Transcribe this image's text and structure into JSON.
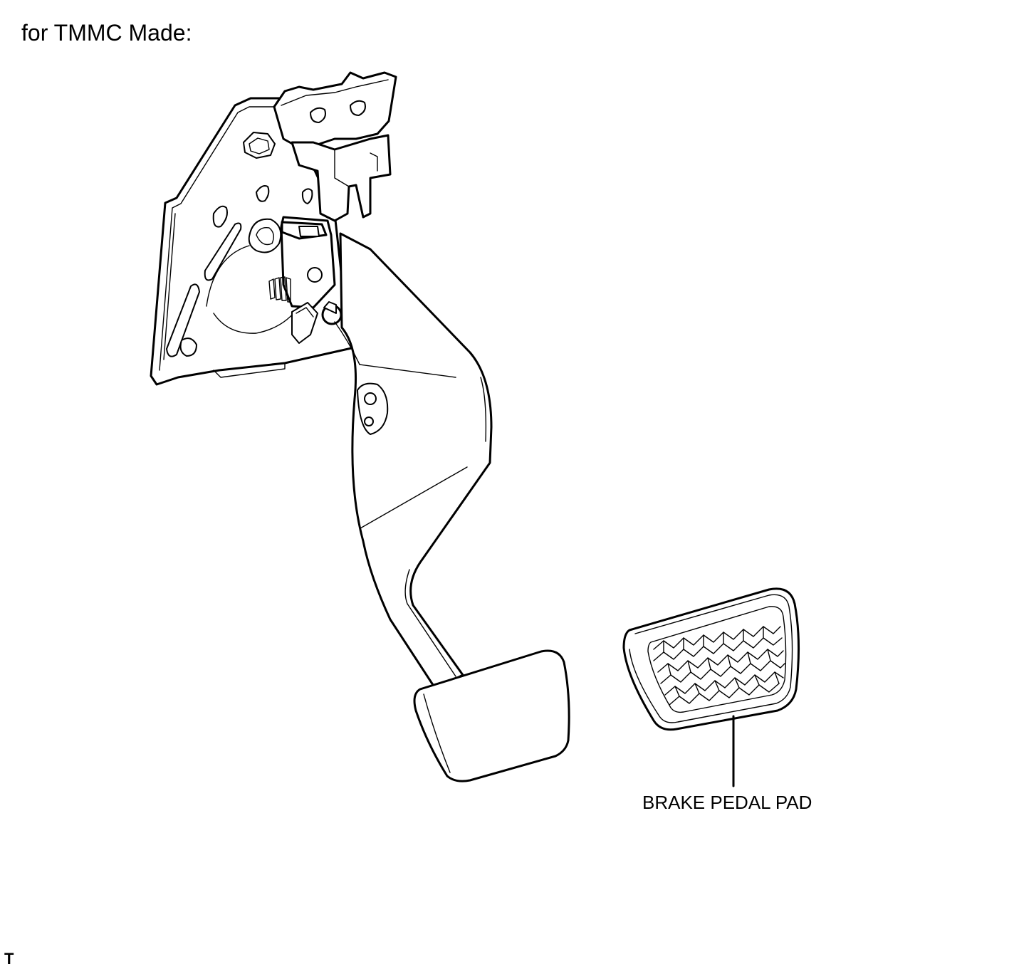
{
  "heading": "for TMMC Made:",
  "callouts": {
    "brake_pedal_pad": "BRAKE PEDAL PAD"
  },
  "corner_code": "T",
  "colors": {
    "ink": "#000000",
    "paper": "#ffffff"
  }
}
